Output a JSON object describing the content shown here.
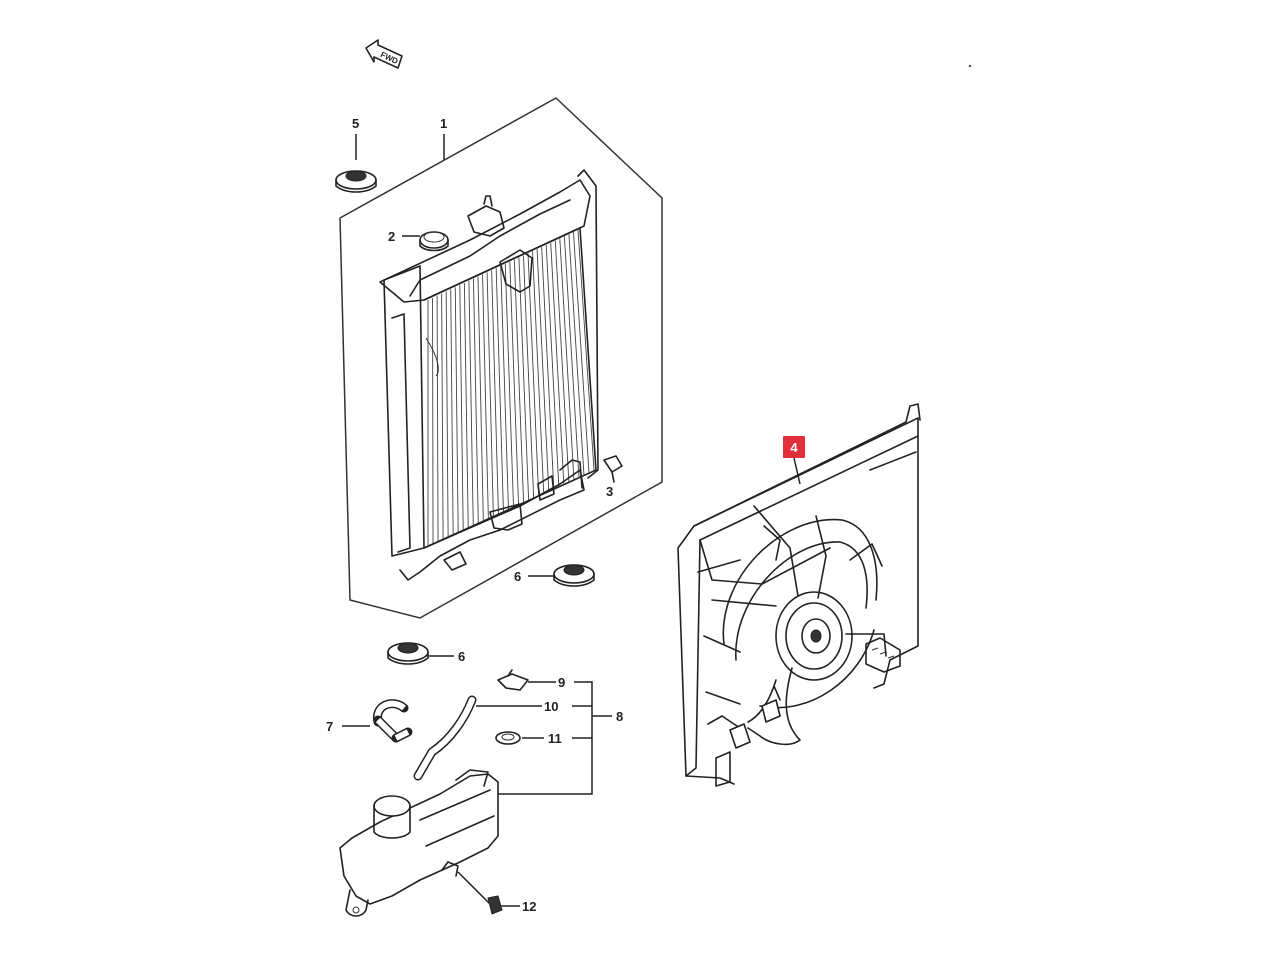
{
  "diagram": {
    "orientation_tag": "FWD",
    "highlight_color": "#e1303a",
    "callouts": [
      {
        "id": "1",
        "part": "radiator"
      },
      {
        "id": "2",
        "part": "radiator-cap"
      },
      {
        "id": "3",
        "part": "drain-plug"
      },
      {
        "id": "4",
        "part": "fan-shroud-assembly",
        "highlighted": true
      },
      {
        "id": "5",
        "part": "upper-mount-cushion"
      },
      {
        "id": "6",
        "part": "lower-mount-cushion-right"
      },
      {
        "id": "6",
        "part": "lower-mount-cushion-left"
      },
      {
        "id": "7",
        "part": "radiator-hose"
      },
      {
        "id": "8",
        "part": "reservoir-hose-set"
      },
      {
        "id": "9",
        "part": "hose-clip"
      },
      {
        "id": "10",
        "part": "reservoir-hose"
      },
      {
        "id": "11",
        "part": "hose-clamp"
      },
      {
        "id": "12",
        "part": "reservoir-bolt"
      }
    ]
  }
}
